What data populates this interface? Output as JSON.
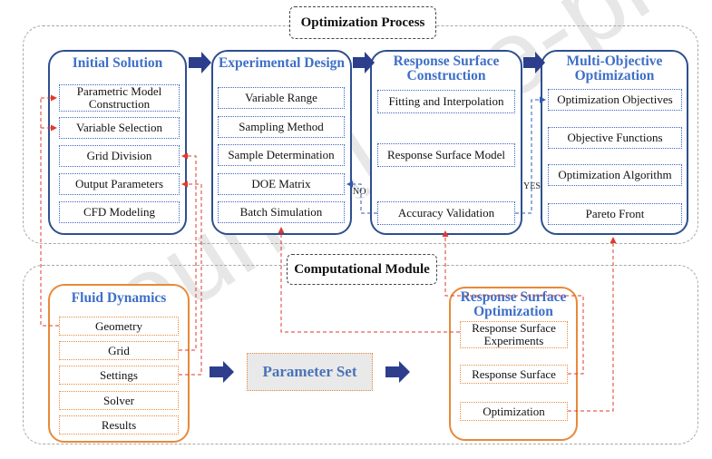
{
  "watermark": "Journal Pre-proof",
  "optimization_process": {
    "title": "Optimization Process",
    "initial_solution": {
      "title": "Initial Solution",
      "items": [
        "Parametric Model Construction",
        "Variable Selection",
        "Grid Division",
        "Output Parameters",
        "CFD Modeling"
      ]
    },
    "experimental_design": {
      "title": "Experimental Design",
      "items": [
        "Variable Range",
        "Sampling Method",
        "Sample Determination",
        "DOE Matrix",
        "Batch Simulation"
      ]
    },
    "response_surface_construction": {
      "title": "Response Surface Construction",
      "items": [
        "Fitting and Interpolation",
        "Response Surface Model",
        "Accuracy Validation"
      ]
    },
    "multi_objective_optimization": {
      "title": "Multi-Objective Optimization",
      "items": [
        "Optimization Objectives",
        "Objective Functions",
        "Optimization Algorithm",
        "Pareto Front"
      ]
    }
  },
  "computational_module": {
    "title": "Computational Module",
    "fluid_dynamics": {
      "title": "Fluid Dynamics",
      "items": [
        "Geometry",
        "Grid",
        "Settings",
        "Solver",
        "Results"
      ]
    },
    "parameter_set": "Parameter Set",
    "response_surface_optimization": {
      "title": "Response Surface Optimization",
      "items": [
        "Response Surface Experiments",
        "Response Surface",
        "Optimization"
      ]
    }
  },
  "flow_labels": {
    "no": "NO",
    "yes": "YES"
  },
  "colors": {
    "blue_border": "#2e4f8f",
    "blue_title": "#3e6fc8",
    "orange": "#e8893a",
    "red_dash": "#e03a2e",
    "blue_dash": "#2f5ab5",
    "arrow_fill": "#2c3e8c"
  }
}
